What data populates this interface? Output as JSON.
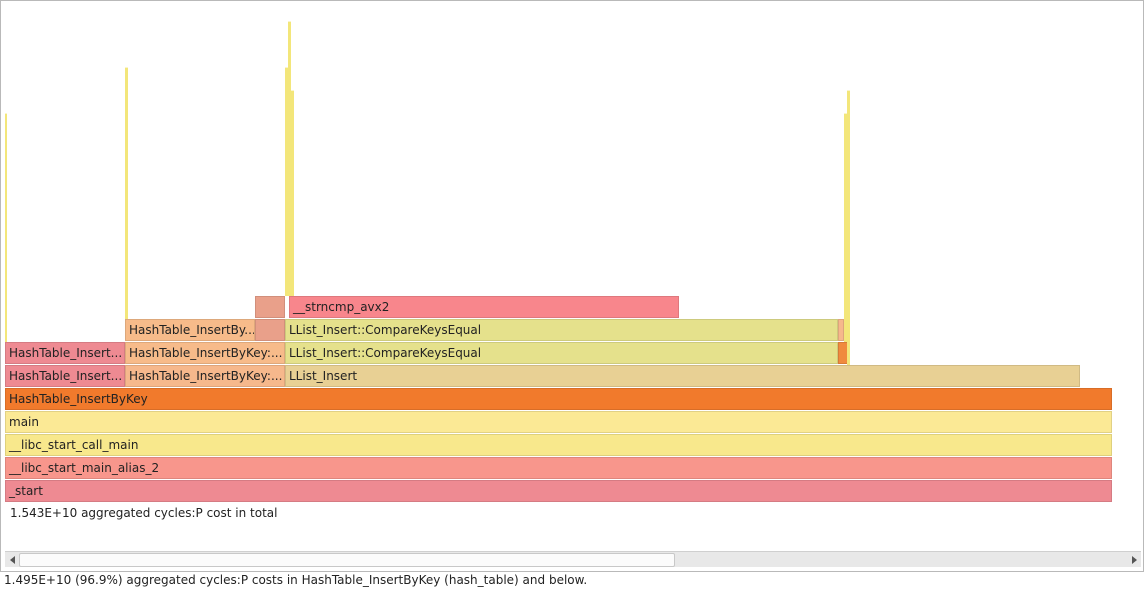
{
  "flame": {
    "frames": [
      {
        "label": "_start",
        "color": "#ee8a92"
      },
      {
        "label": "__libc_start_main_alias_2",
        "color": "#f8968c"
      },
      {
        "label": "__libc_start_call_main",
        "color": "#f8e88c"
      },
      {
        "label": "main",
        "color": "#fbe995"
      },
      {
        "label": "HashTable_InsertByKey",
        "color": "#f17a2c"
      },
      {
        "label": "HashTable_Insert...",
        "color": "#ee8a92"
      },
      {
        "label": "HashTable_InsertByKey:...",
        "color": "#f6b88c"
      },
      {
        "label": "LList_Insert",
        "color": "#e8d094"
      },
      {
        "label": "HashTable_Insert...",
        "color": "#ee8a92"
      },
      {
        "label": "HashTable_InsertByKey:...",
        "color": "#f7bb8a"
      },
      {
        "label": "LList_Insert::CompareKeysEqual",
        "color": "#e5e18c"
      },
      {
        "label": "",
        "color": "#f08a3e"
      },
      {
        "label": "HashTable_InsertBy...",
        "color": "#f7bb8a"
      },
      {
        "label": "",
        "color": "#e9a08a"
      },
      {
        "label": "LList_Insert::CompareKeysEqual",
        "color": "#e5e18c"
      },
      {
        "label": "",
        "color": "#f6b88c"
      },
      {
        "label": "",
        "color": "#e9a08a"
      },
      {
        "label": "__strncmp_avx2",
        "color": "#f8868c"
      }
    ],
    "spike_color": "#f3e67a"
  },
  "summary": {
    "total_text": "1.543E+10 aggregated cycles:P cost in total"
  },
  "scrollbar": {
    "position_fraction": 0,
    "visible_fraction": 0.59
  },
  "status": {
    "text": "1.495E+10 (96.9%) aggregated cycles:P costs in HashTable_InsertByKey (hash_table) and below."
  }
}
